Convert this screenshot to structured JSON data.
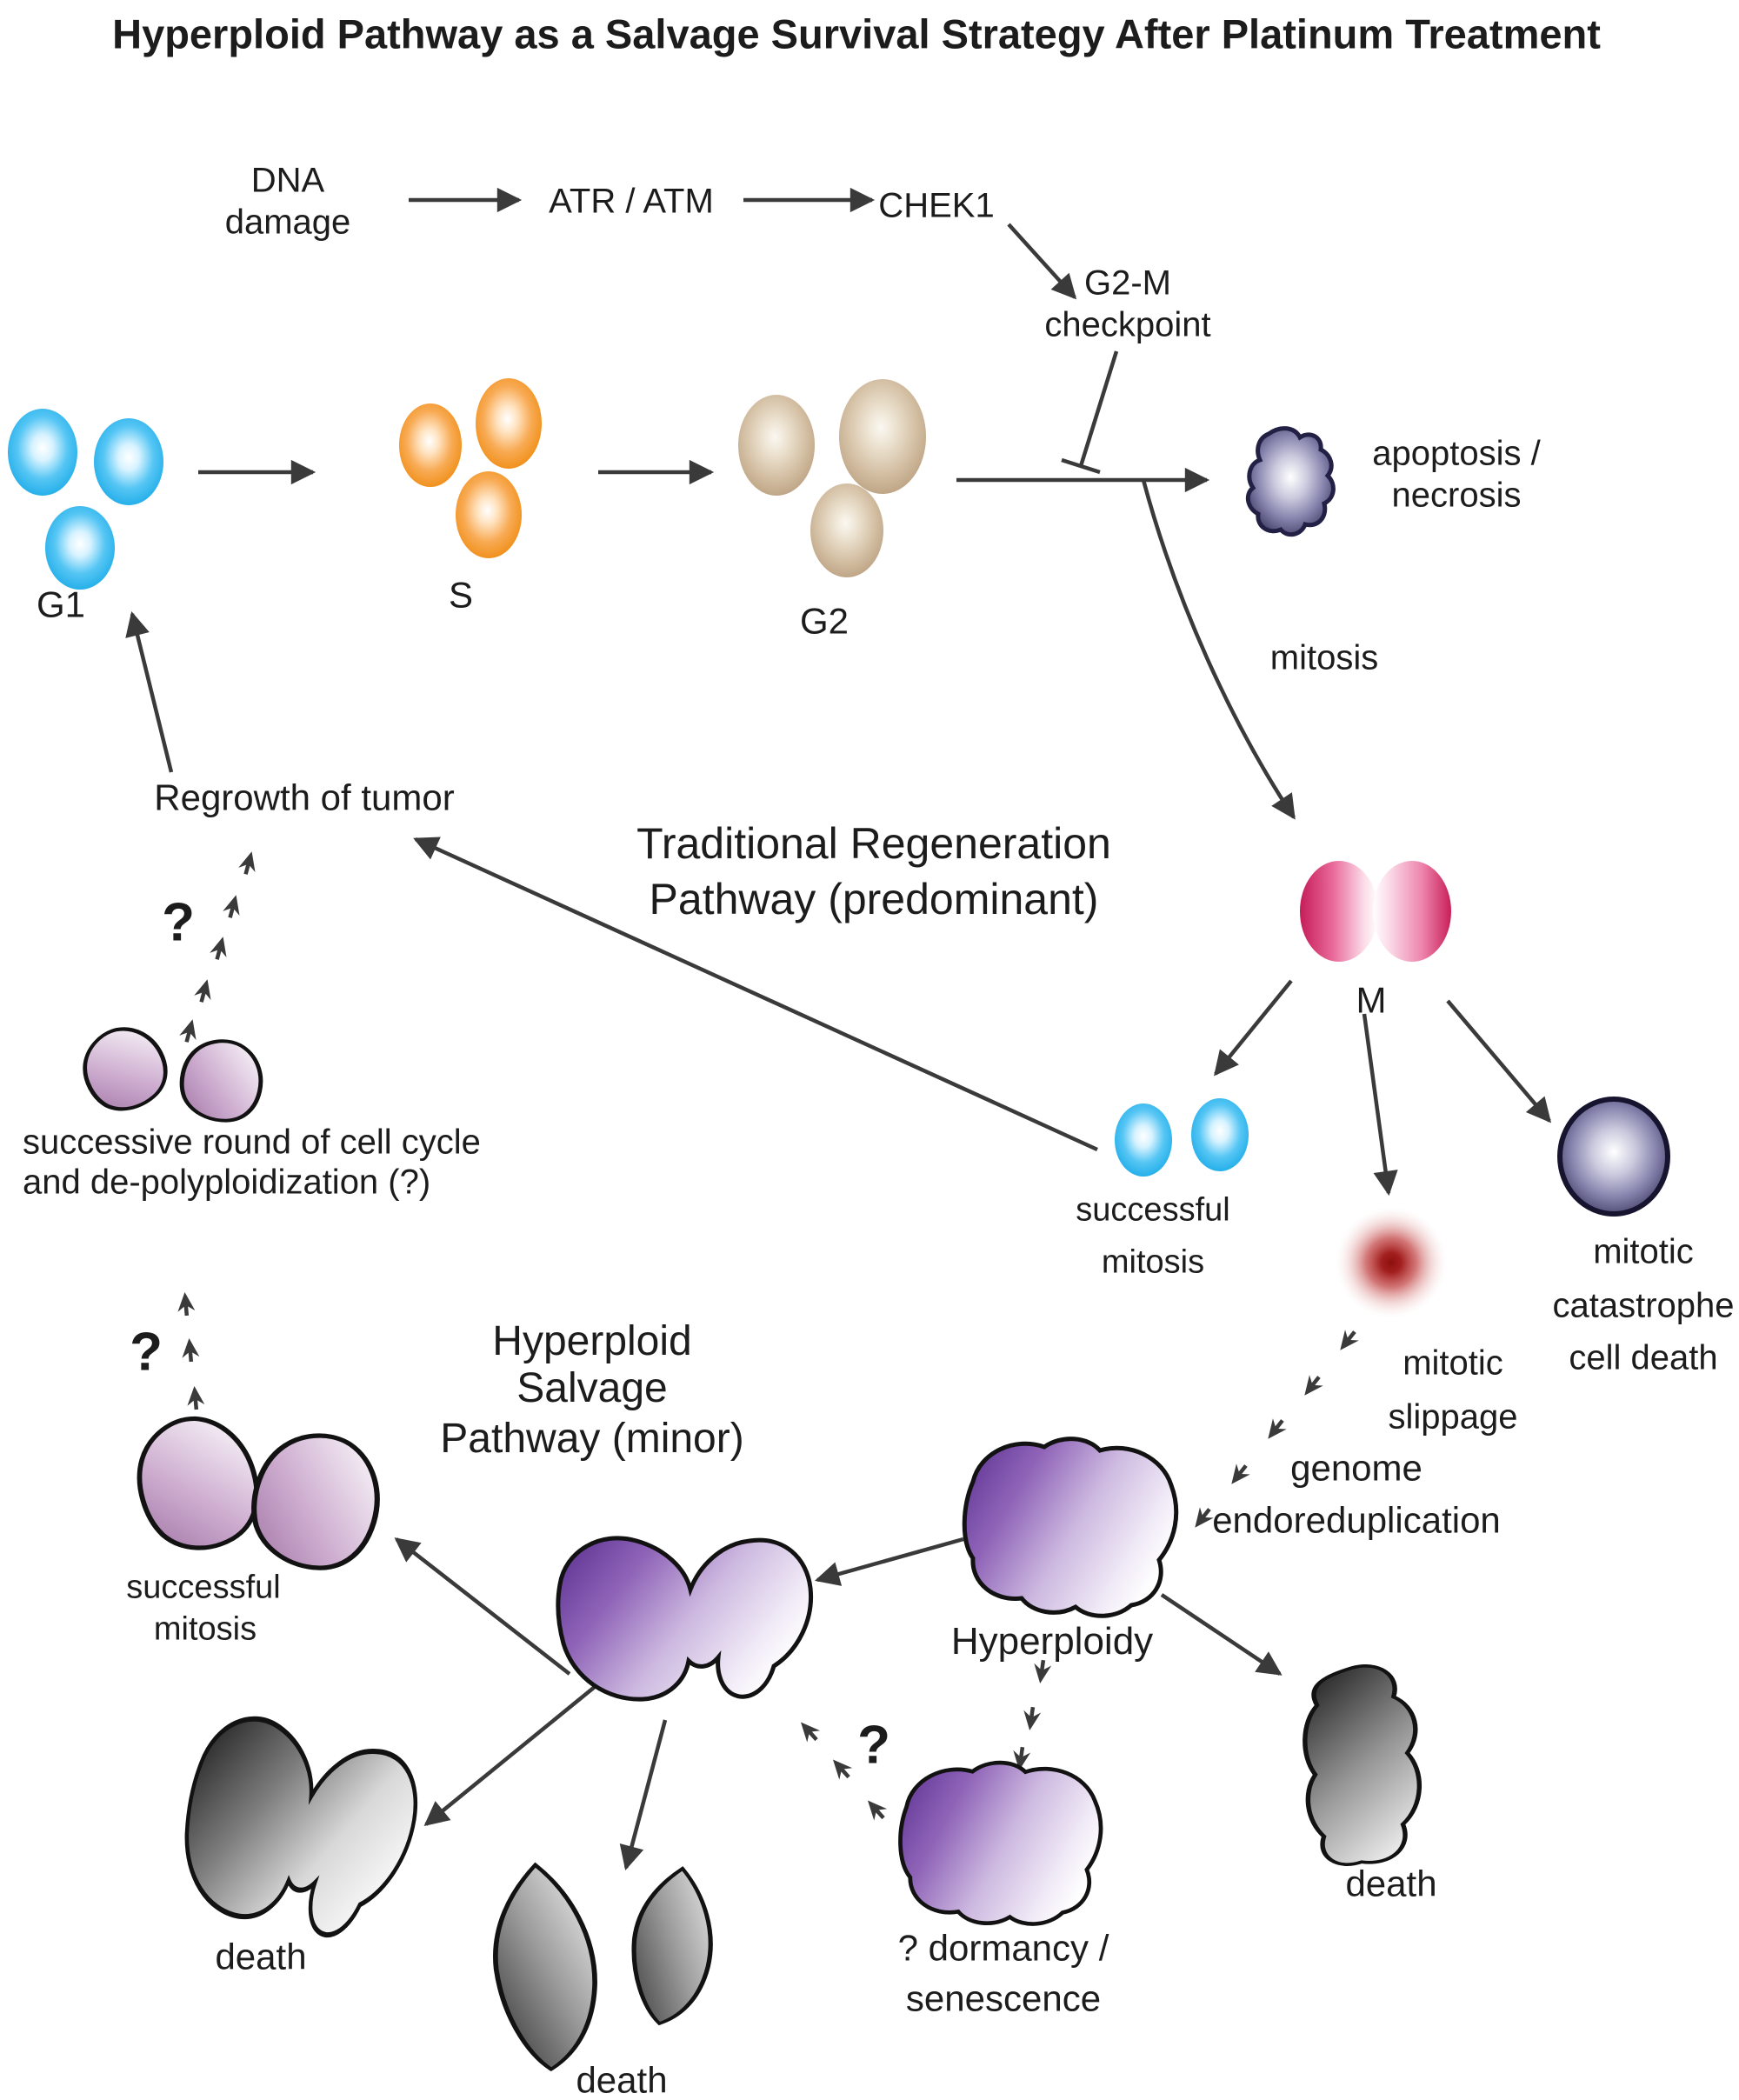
{
  "title": "Hyperploid Pathway as a Salvage Survival Strategy After Platinum Treatment",
  "signaling": {
    "dna_damage": [
      "DNA",
      "damage"
    ],
    "atr_atm": "ATR / ATM",
    "chek1": "CHEK1",
    "g2m_checkpoint": [
      "G2-M",
      "checkpoint"
    ]
  },
  "cell_cycle": {
    "g1": "G1",
    "s": "S",
    "g2": "G2",
    "m": "M",
    "mitosis": "mitosis",
    "apoptosis": [
      "apoptosis /",
      "necrosis"
    ]
  },
  "outcomes": {
    "successful_mitosis": [
      "successful",
      "mitosis"
    ],
    "mitotic_slippage": [
      "mitotic",
      "slippage"
    ],
    "mitotic_catastrophe": [
      "mitotic",
      "catastrophe",
      "cell death"
    ],
    "genome_endoreduplication": [
      "genome",
      "endoreduplication"
    ],
    "hyperploidy": "Hyperploidy",
    "dormancy": [
      "? dormancy /",
      "senescence"
    ],
    "death": "death"
  },
  "pathway_labels": {
    "traditional": [
      "Traditional Regeneration",
      "Pathway (predominant)"
    ],
    "salvage": [
      "Hyperploid",
      "Salvage",
      "Pathway (minor)"
    ],
    "regrowth": "Regrowth of tumor",
    "successive_round": [
      "successive round of cell cycle",
      "and de-polyploidization (?)"
    ],
    "question_mark": "?"
  },
  "colors": {
    "g1_blue": "#2ab2ec",
    "s_orange": "#f0921e",
    "g2_tan": "#c0a585",
    "m_pink": "#c81f58",
    "slippage_red": "#9e1414",
    "catastrophe_navy": "#434068",
    "hyperploid_purple": "#5f3494",
    "mauve_cell": "#a87aab",
    "death_gray": "#3a3a3a",
    "arrow": "#3a3a3a",
    "text": "#1c1c1c"
  }
}
